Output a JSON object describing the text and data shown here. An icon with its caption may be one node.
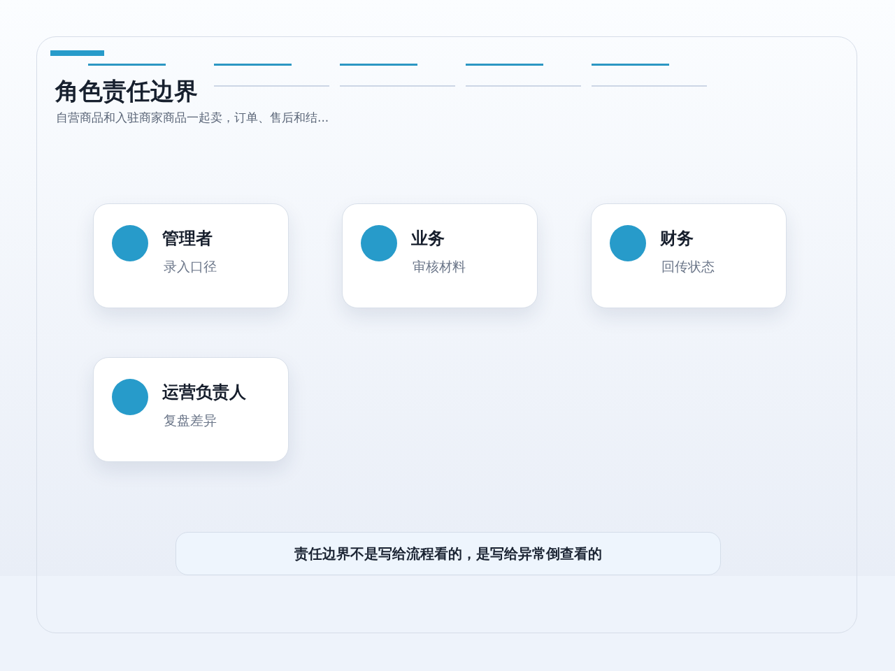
{
  "diagram": {
    "title": "角色责任边界",
    "nodes": [
      {
        "text": [
          "管理者",
          "录入口径"
        ]
      },
      {
        "text": [
          "业务",
          "审核材料"
        ]
      },
      {
        "text": [
          "财务",
          "回传状态"
        ]
      },
      {
        "text": [
          "运营负责人",
          "复盘差异"
        ]
      },
      {
        "text": [
          "责任边界不是写给流程看的，是写给异常倒查看的"
        ]
      }
    ],
    "labels": [
      "自营商品和入驻商家商品一起卖，订单、售后和结..."
    ]
  }
}
